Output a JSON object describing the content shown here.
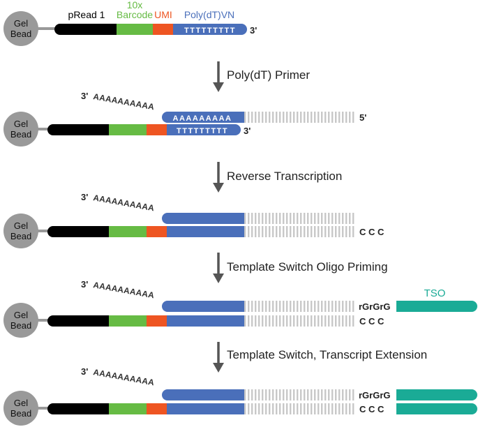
{
  "labels": {
    "gel_bead": [
      "Gel",
      "Bead"
    ],
    "pread1": "pRead 1",
    "barcode": [
      "10x",
      "Barcode"
    ],
    "umi": "UMI",
    "polydtvn": "Poly(dT)VN",
    "t_seq": "TTTTTTTTT",
    "a_seq": "AAAAAAAAA",
    "tail_a": "AAAAAAAAAA",
    "three_prime": "3'",
    "five_prime": "5'",
    "ccc": "C C C",
    "rgrgrg": "rGrGrG",
    "tso": "TSO"
  },
  "steps": [
    "Poly(dT) Primer",
    "Reverse Transcription",
    "Template Switch Oligo Priming",
    "Template Switch, Transcript Extension"
  ],
  "colors": {
    "bead": "#999999",
    "linker": "#999999",
    "pread1": "#000000",
    "barcode": "#66bb44",
    "umi": "#ee5522",
    "polydt": "#4a6fba",
    "tso": "#1aab96",
    "hatch": "#c8c8c8",
    "arrow": "#555555",
    "text": "#222222"
  }
}
